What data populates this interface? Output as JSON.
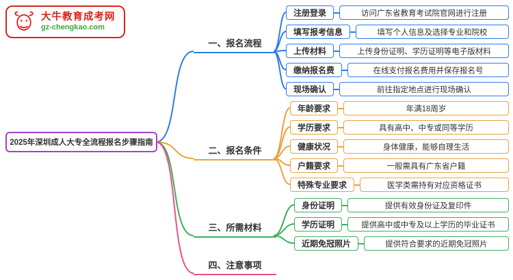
{
  "logo": {
    "icon": "bull-icon",
    "title": "大牛教育成考网",
    "subtitle": "gz-chengkao.com"
  },
  "root": {
    "label": "2025年深圳成人大专全流程报名步骤指南"
  },
  "colors": {
    "root": "#a241c9",
    "logo_red": "#d9251d",
    "logo_green": "#3aa53a",
    "branch_blue": "#2b7ce9",
    "branch_orange": "#e9a13b",
    "branch_green": "#3cae5a",
    "branch_pink": "#ec4d8b"
  },
  "branches": [
    {
      "label": "一、报名流程",
      "color": "#2b7ce9",
      "children": [
        {
          "label": "注册登录",
          "desc": "访问广东省教育考试院官网进行注册"
        },
        {
          "label": "填写报考信息",
          "desc": "填写个人信息及选择专业和院校"
        },
        {
          "label": "上传材料",
          "desc": "上传身份证明、学历证明等电子版材料"
        },
        {
          "label": "缴纳报名费",
          "desc": "在线支付报名费用并保存报名号"
        },
        {
          "label": "现场确认",
          "desc": "前往指定地点进行现场确认"
        }
      ]
    },
    {
      "label": "二、报名条件",
      "color": "#e9a13b",
      "children": [
        {
          "label": "年龄要求",
          "desc": "年满18周岁"
        },
        {
          "label": "学历要求",
          "desc": "具有高中、中专或同等学历"
        },
        {
          "label": "健康状况",
          "desc": "身体健康，能够自理生活"
        },
        {
          "label": "户籍要求",
          "desc": "一般需具有广东省户籍"
        },
        {
          "label": "特殊专业要求",
          "desc": "医学类需持有对应资格证书"
        }
      ]
    },
    {
      "label": "三、所需材料",
      "color": "#3cae5a",
      "children": [
        {
          "label": "身份证明",
          "desc": "提供有效身份证及复印件"
        },
        {
          "label": "学历证明",
          "desc": "提供高中或中专及以上学历的毕业证书"
        },
        {
          "label": "近期免冠照片",
          "desc": "提供符合要求的近期免冠照片"
        }
      ]
    },
    {
      "label": "四、注意事项",
      "color": "#ec4d8b",
      "children": []
    }
  ]
}
